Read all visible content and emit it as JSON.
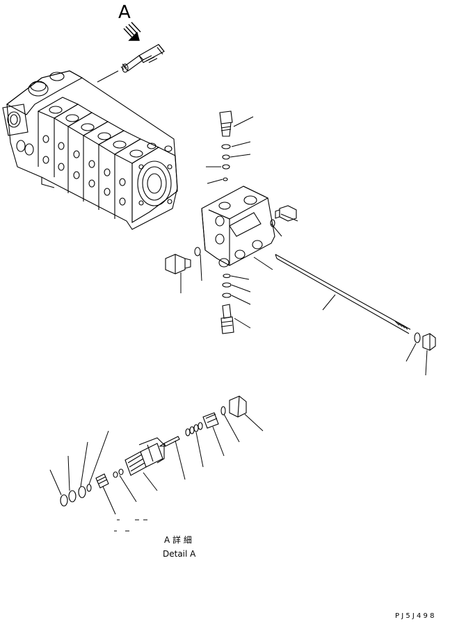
{
  "view_label": "A",
  "detail_caption": {
    "japanese": "A 詳 細",
    "english": "Detail A"
  },
  "drawing_number": "P J 5 J 4 9 8",
  "colors": {
    "ink": "#000000",
    "paper": "#ffffff"
  }
}
